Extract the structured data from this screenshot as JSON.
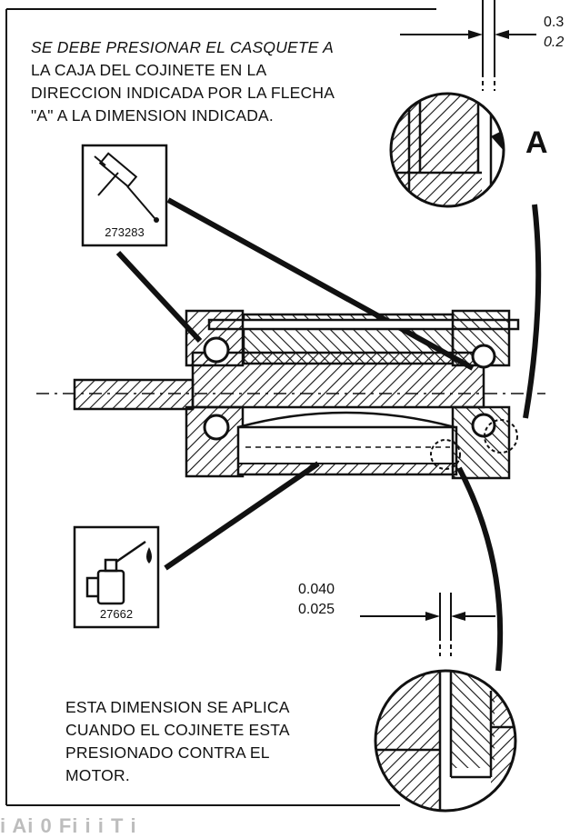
{
  "instructions": {
    "line1": "SE DEBE PRESIONAR EL CASQUETE A",
    "line2": "LA CAJA DEL COJINETE EN LA",
    "line3": "DIRECCION INDICADA POR LA FLECHA",
    "line4": "\"A\" A LA DIMENSION INDICADA."
  },
  "tools": [
    {
      "number": "273283",
      "icon": "grease-gun-icon"
    },
    {
      "number": "27662",
      "icon": "oil-can-icon"
    }
  ],
  "top_dimension": {
    "upper": "0.3",
    "lower": "0.2"
  },
  "bottom_dimension": {
    "upper": "0.040",
    "lower": "0.025"
  },
  "arrow_label": "A",
  "note": {
    "line1": "ESTA DIMENSION SE APLICA",
    "line2": "CUANDO EL COJINETE ESTA",
    "line3": "PRESIONADO CONTRA EL",
    "line4": "MOTOR."
  },
  "footer": "i Ai 0 Fi i i T i",
  "colors": {
    "ink": "#111111",
    "paper": "#ffffff"
  }
}
